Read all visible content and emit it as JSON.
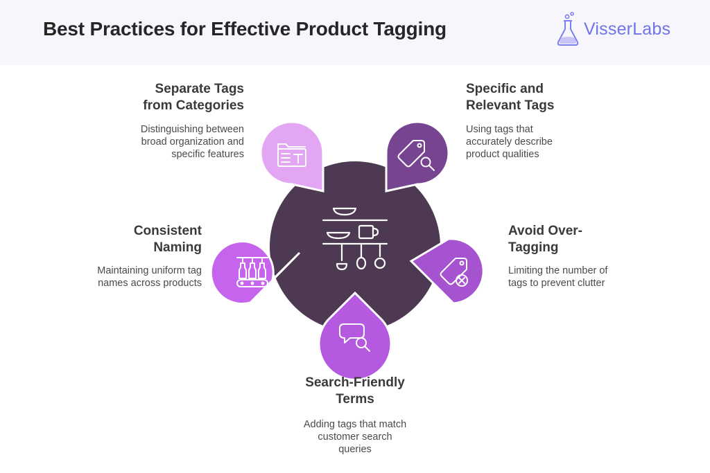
{
  "header": {
    "title": "Best Practices for Effective Product Tagging",
    "logo_text": "VisserLabs"
  },
  "colors": {
    "header_bg": "#f7f6fc",
    "center": "#4d3a52",
    "separate": "#e3a6f3",
    "specific": "#774491",
    "consistent": "#c664ee",
    "avoid": "#a553cf",
    "search": "#b55ae0",
    "logo": "#6f74e8"
  },
  "items": {
    "separate": {
      "title": "Separate Tags\nfrom Categories",
      "desc": "Distinguishing between\nbroad organization and\nspecific features",
      "icon": "folder-text-icon"
    },
    "specific": {
      "title": "Specific and\nRelevant Tags",
      "desc": "Using tags that\naccurately describe\nproduct qualities",
      "icon": "tag-search-icon"
    },
    "consistent": {
      "title": "Consistent\nNaming",
      "desc": "Maintaining uniform tag\nnames across products",
      "icon": "bottling-line-icon"
    },
    "avoid": {
      "title": "Avoid Over-\nTagging",
      "desc": "Limiting the number of\ntags to prevent clutter",
      "icon": "tag-remove-icon"
    },
    "search": {
      "title": "Search-Friendly\nTerms",
      "desc": "Adding tags that match\ncustomer search\nqueries",
      "icon": "chat-search-icon"
    }
  },
  "center_icon": "kitchen-shelf-icon"
}
